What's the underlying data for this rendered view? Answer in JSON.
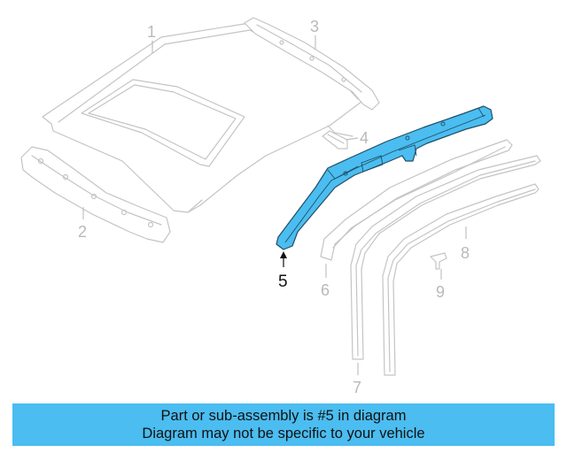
{
  "diagram": {
    "callouts": [
      "1",
      "2",
      "3",
      "4",
      "5",
      "6",
      "7",
      "8",
      "9"
    ],
    "highlight_color": "#4bbdf0"
  },
  "banner": {
    "line1": "Part or sub-assembly is #5 in diagram",
    "line2": "Diagram may not be specific to your vehicle",
    "background": "#4bbdf0"
  }
}
